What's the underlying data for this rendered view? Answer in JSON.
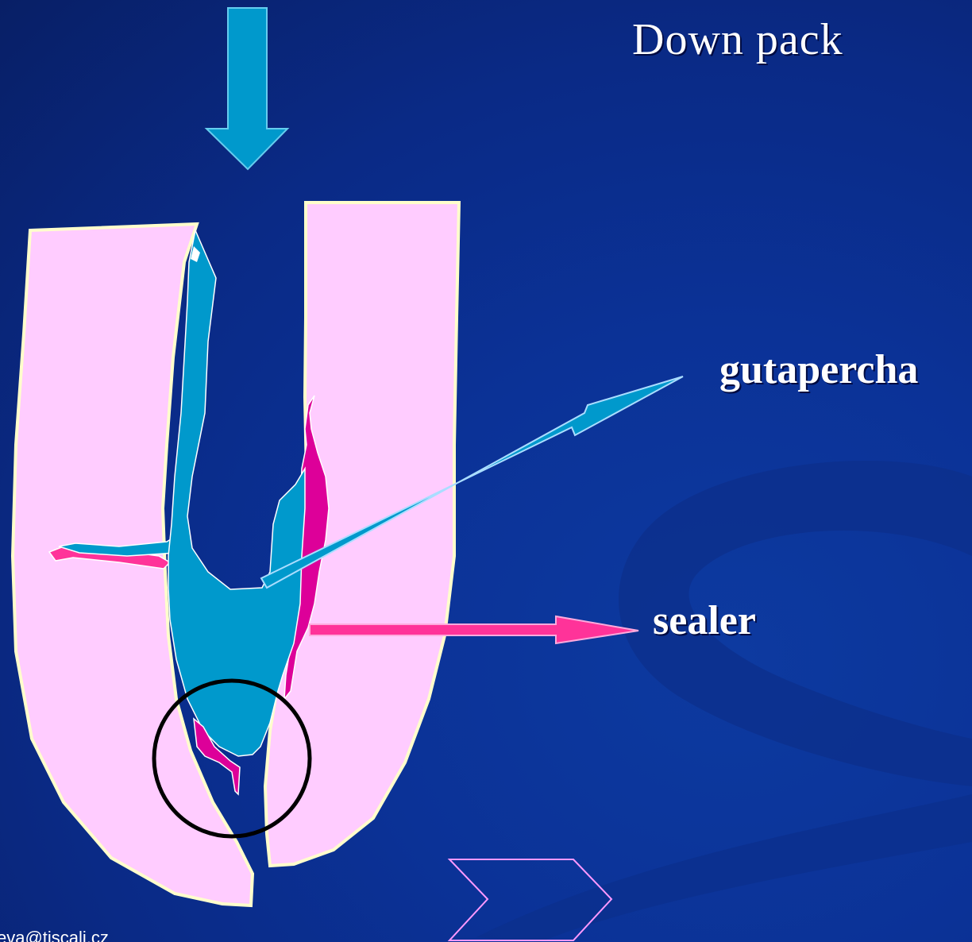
{
  "slide": {
    "title": "Down pack",
    "footer_email": "eva@tiscali.cz"
  },
  "labels": {
    "gutta": "gutapercha",
    "sealer": "sealer"
  },
  "icons": {
    "down_arrow": "down-arrow-icon",
    "next": "chevron-right-icon"
  },
  "colors": {
    "background": "#0a2a86",
    "tooth": "#ffccff",
    "tooth_outline": "#ffffcc",
    "gutta": "#0099cc",
    "sealer": "#dd0099",
    "sealer_arrow": "#ff3399",
    "circle": "#000000",
    "chevron_outline": "#ff99ff"
  }
}
